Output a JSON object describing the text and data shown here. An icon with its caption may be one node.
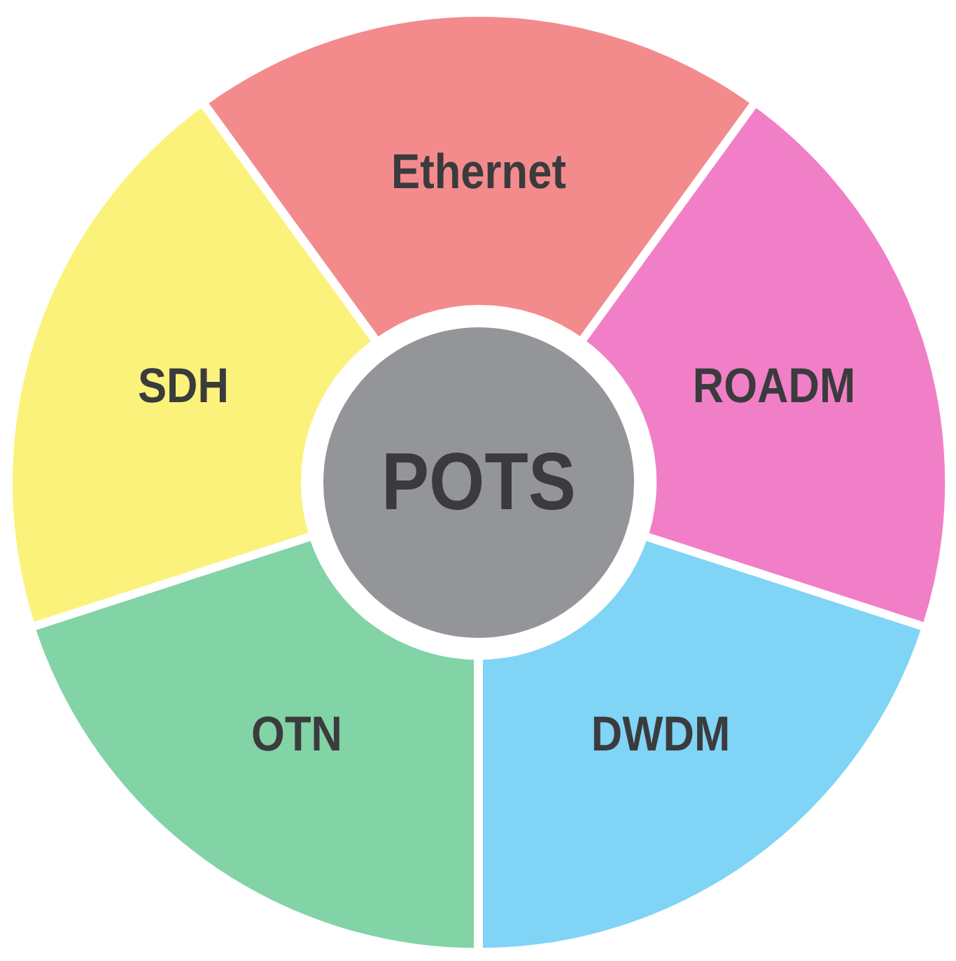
{
  "diagram": {
    "nodes": [
      {
        "text": [
          "Ethernet"
        ]
      },
      {
        "text": [
          "SDH"
        ]
      },
      {
        "text": [
          "ROADM"
        ]
      },
      {
        "text": [
          "POTS"
        ]
      },
      {
        "text": [
          "OTN"
        ]
      },
      {
        "text": [
          "DWDM"
        ]
      }
    ],
    "edges": []
  }
}
